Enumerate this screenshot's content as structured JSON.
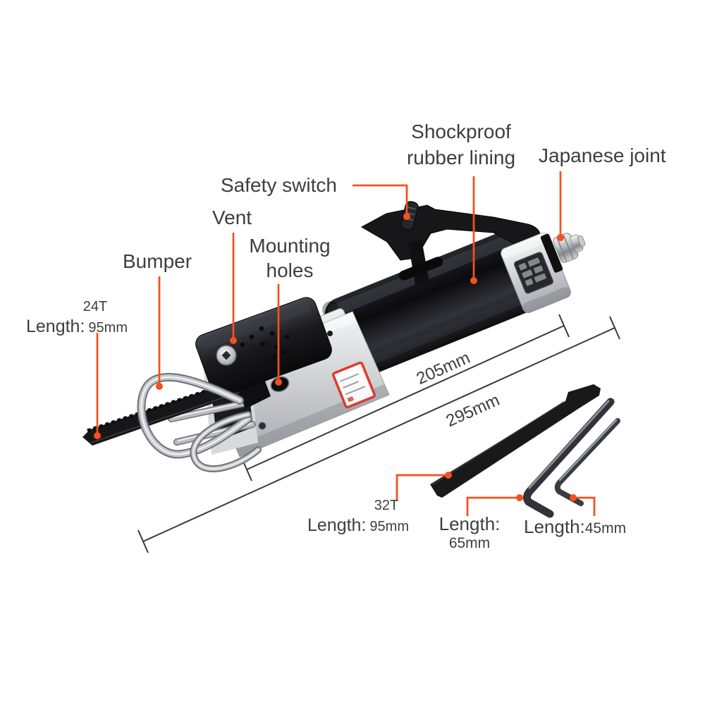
{
  "diagram_type": "annotated product diagram (pneumatic air reciprocating saw with accessories)",
  "colors": {
    "background": "#ffffff",
    "leader_accent": "#f4511e",
    "label_text": "#3e3e3e",
    "dimension_line": "#3a3a3a",
    "tool_black": "#141417",
    "tool_silver": "#c9ccd0",
    "sticker_red": "#e03a2e"
  },
  "callouts": {
    "shockproof": {
      "label": "Shockproof rubber lining"
    },
    "japanese_joint": {
      "label": "Japanese joint"
    },
    "safety_switch": {
      "label": "Safety switch"
    },
    "vent": {
      "label": "Vent"
    },
    "mounting_holes": {
      "label": "Mounting holes"
    },
    "bumper": {
      "label": "Bumper"
    }
  },
  "dimensions": {
    "overall_body": "205mm",
    "overall_total": "295mm"
  },
  "accessories": {
    "blade_24t": {
      "teeth": "24T",
      "length_label": "Length:",
      "length_value": "95mm"
    },
    "blade_32t": {
      "teeth": "32T",
      "length_label": "Length:",
      "length_value": "95mm"
    },
    "hex_key_large": {
      "length_label": "Length:",
      "length_value": "65mm"
    },
    "hex_key_small": {
      "length_label": "Length:",
      "length_value": "45mm"
    }
  }
}
